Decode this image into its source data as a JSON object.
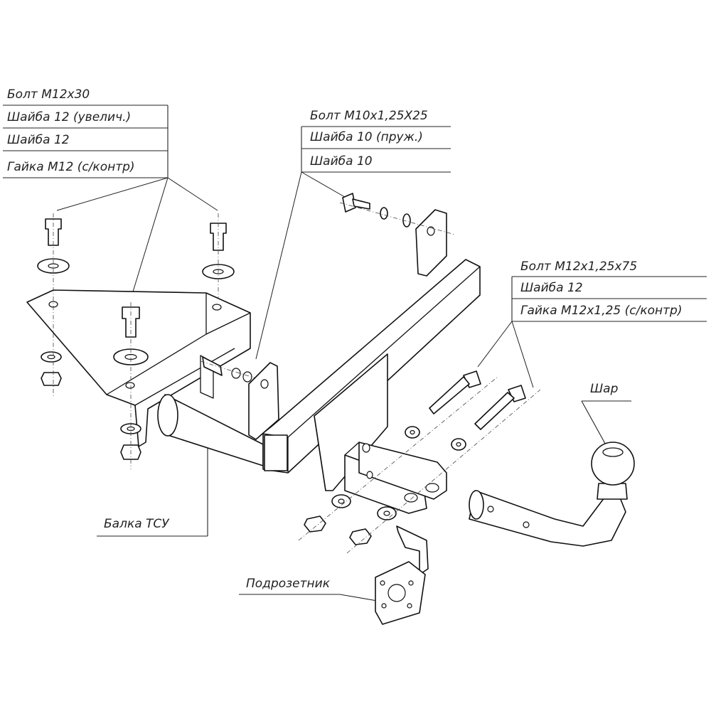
{
  "callouts": {
    "left_group": {
      "bolt": "Болт М12х30",
      "washer_large": "Шайба 12 (увелич.)",
      "washer": "Шайба 12",
      "nut": "Гайка М12 (с/контр)"
    },
    "top_group": {
      "bolt": "Болт М10х1,25Х25",
      "washer_spring": "Шайба 10 (пруж.)",
      "washer": "Шайба 10"
    },
    "right_group": {
      "bolt": "Болт М12х1,25х75",
      "washer": "Шайба 12",
      "nut": "Гайка М12х1,25 (с/контр)"
    },
    "ball": "Шар",
    "beam": "Балка ТСУ",
    "socket_bracket": "Подрозетник"
  }
}
